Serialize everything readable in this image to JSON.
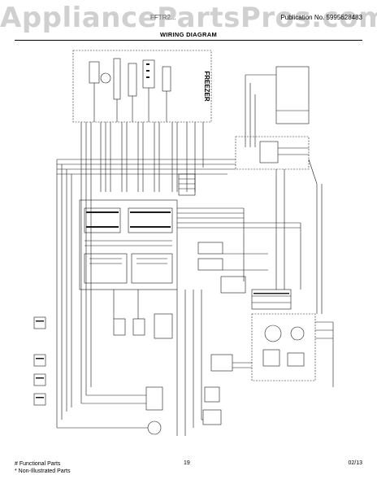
{
  "header": {
    "watermark": "AppliancePartsPros.com",
    "publication_no": "Publication No. 5995628483",
    "model": "FFTR2...",
    "title": "WIRING DIAGRAM"
  },
  "diagram": {
    "freezer_label": "FREEZER"
  },
  "footer": {
    "functional_parts": "# Functional Parts",
    "non_illustrated": "* Non-Illustrated Parts",
    "page_number": "19",
    "date": "02/13"
  },
  "colors": {
    "line": "#1a1a1a",
    "watermark": "#aaaaaa"
  }
}
